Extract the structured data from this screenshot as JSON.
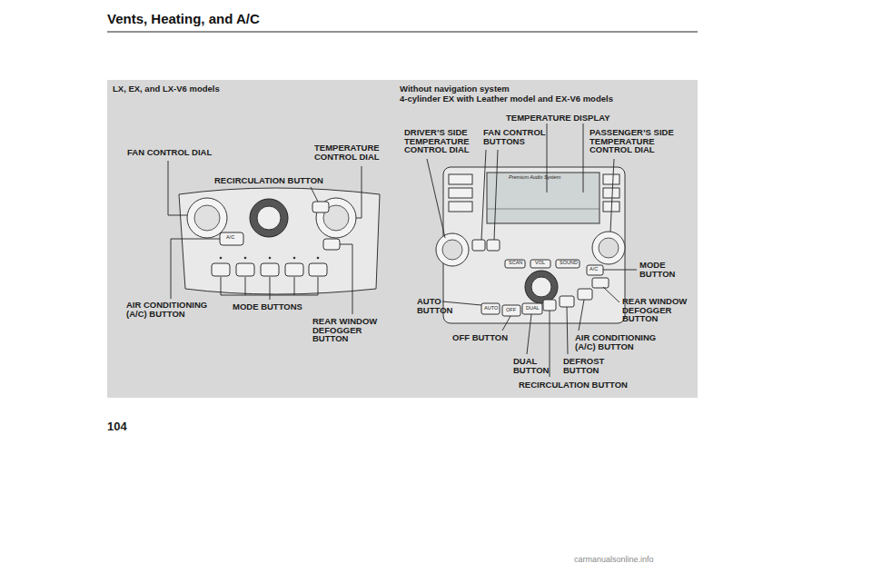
{
  "diagram": {
    "title": "Vents, Heating, and A/C",
    "labels": [
      "LX, EX, and LX-V6 models",
      "Without navigation system",
      "4-cylinder EX with Leather model and EX-V6 models",
      "TEMPERATURE DISPLAY",
      "FAN CONTROL DIAL",
      "TEMPERATURE CONTROL DIAL",
      "DRIVER’S SIDE TEMPERATURE CONTROL DIAL",
      "FAN CONTROL BUTTONS",
      "PASSENGER’S SIDE TEMPERATURE CONTROL DIAL",
      "RECIRCULATION BUTTON",
      "MODE BUTTON",
      "AIR CONDITIONING (A/C) BUTTON",
      "MODE BUTTONS",
      "AUTO BUTTON",
      "REAR WINDOW DEFOGGER BUTTON",
      "REAR WINDOW DEFOGGER BUTTON",
      "OFF BUTTON",
      "AIR CONDITIONING (A/C) BUTTON",
      "DUAL BUTTON",
      "DEFROST BUTTON",
      "RECIRCULATION BUTTON",
      "104",
      "A/C",
      "Premium Audio System",
      "AUTO",
      "OFF",
      "DUAL",
      "SCAN",
      "VOL",
      "SOUND",
      "A/C",
      "carmanualsonline.info"
    ]
  }
}
